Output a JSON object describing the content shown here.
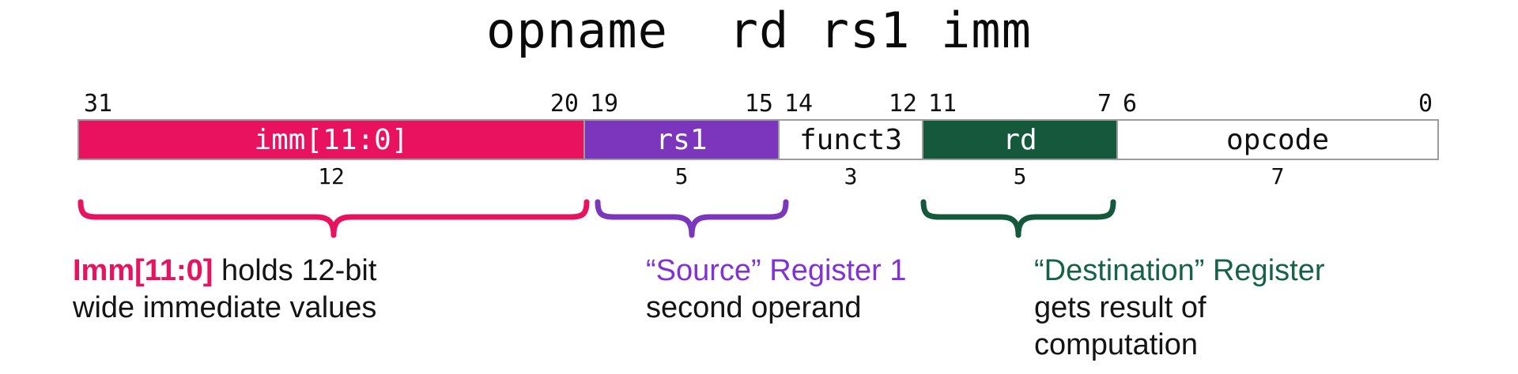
{
  "title": "opname  rd rs1 imm",
  "colors": {
    "pink": "#E9125F",
    "purple": "#7B36BD",
    "purple_text": "#8230D9",
    "green": "#14593B",
    "green_text": "#156245",
    "cell_border": "#9c9c9c",
    "text": "#141414",
    "white": "#FFFFFF",
    "black": "#111111"
  },
  "fields": [
    {
      "name": "imm",
      "label": "imm[11:0]",
      "hi": "31",
      "lo": "20",
      "width_bits": "12",
      "bg": "#E9125F",
      "fg": "#FFFFFF"
    },
    {
      "name": "rs1",
      "label": "rs1",
      "hi": "19",
      "lo": "15",
      "width_bits": "5",
      "bg": "#7B36BD",
      "fg": "#FFFFFF"
    },
    {
      "name": "funct3",
      "label": "funct3",
      "hi": "14",
      "lo": "12",
      "width_bits": "3",
      "bg": "#FFFFFF",
      "fg": "#111111"
    },
    {
      "name": "rd",
      "label": "rd",
      "hi": "11",
      "lo": "7",
      "width_bits": "5",
      "bg": "#14593B",
      "fg": "#FFFFFF"
    },
    {
      "name": "opcode",
      "label": "opcode",
      "hi": "6",
      "lo": "0",
      "width_bits": "7",
      "bg": "#FFFFFF",
      "fg": "#111111"
    }
  ],
  "annotations": {
    "imm": {
      "highlight": "Imm[11:0]",
      "rest": " holds 12-bit",
      "line2": "wide immediate values"
    },
    "rs1": {
      "highlight": "“Source” Register 1",
      "line2": "second operand"
    },
    "rd": {
      "highlight": "“Destination” Register",
      "line2": "gets result of",
      "line3": "computation"
    }
  }
}
